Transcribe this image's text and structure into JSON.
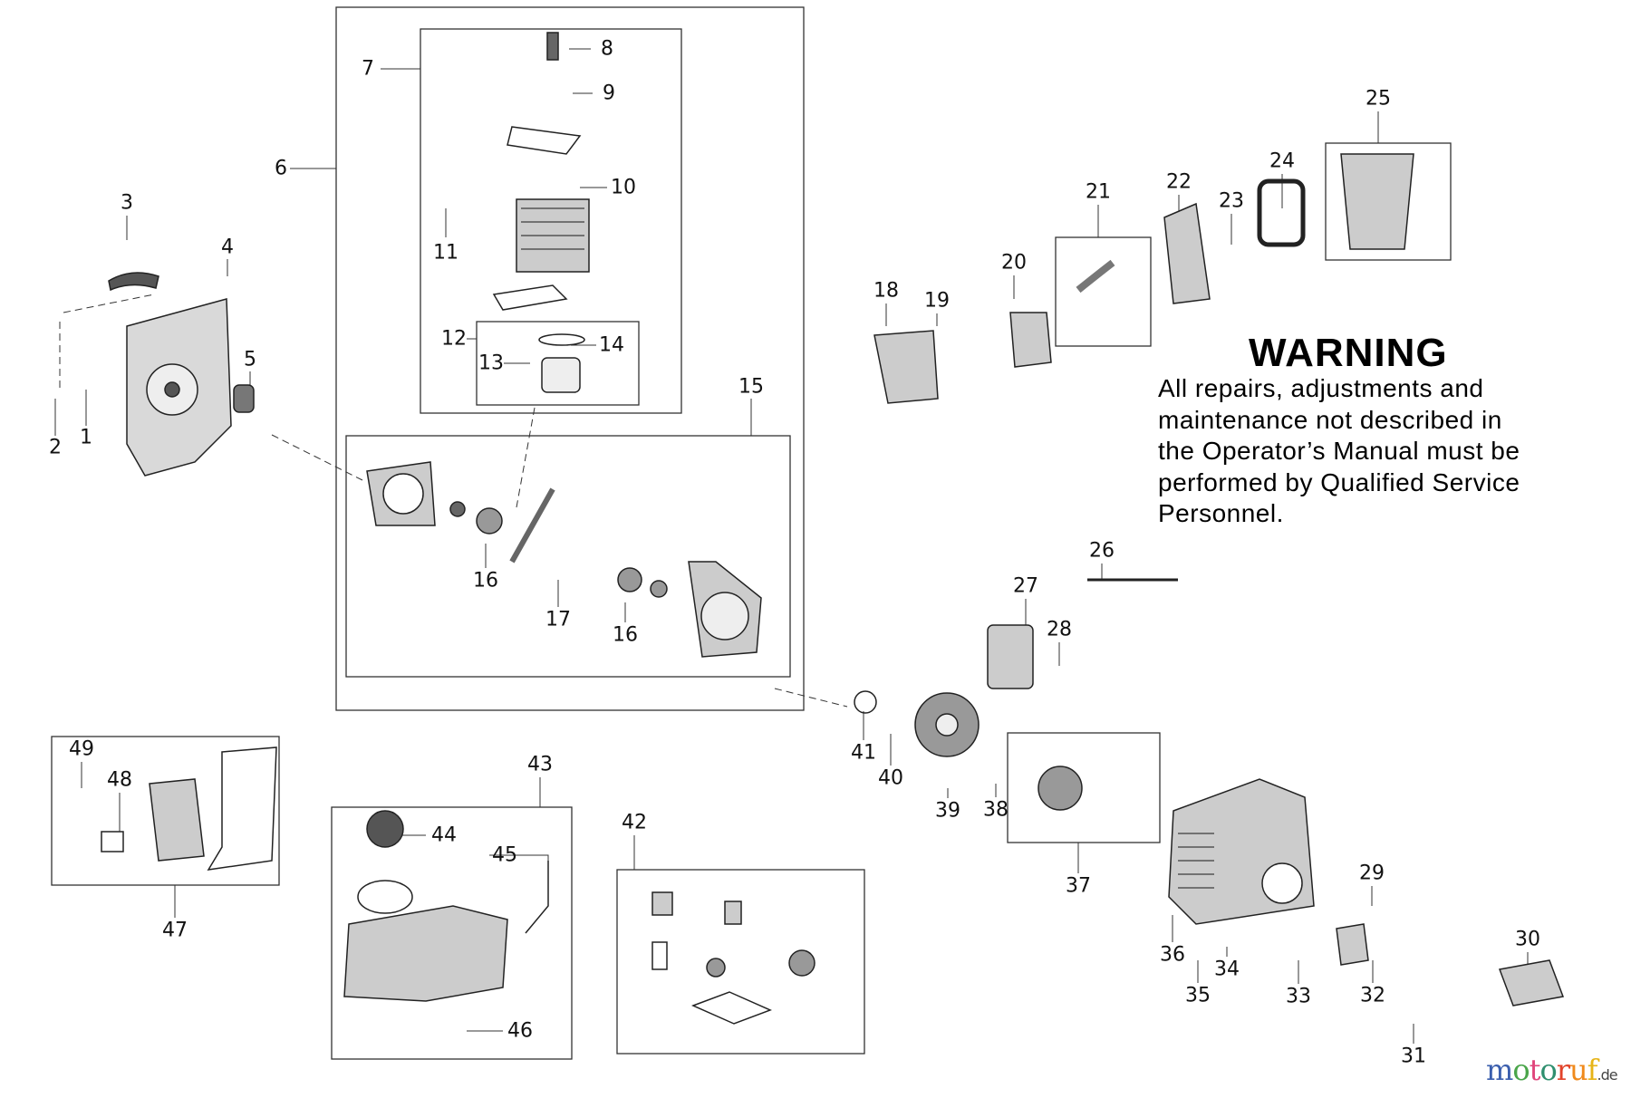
{
  "callouts": [
    "1",
    "2",
    "3",
    "4",
    "5",
    "6",
    "7",
    "8",
    "9",
    "10",
    "11",
    "12",
    "13",
    "14",
    "15",
    "16",
    "16",
    "17",
    "18",
    "19",
    "20",
    "21",
    "22",
    "23",
    "24",
    "25",
    "26",
    "27",
    "28",
    "29",
    "30",
    "31",
    "32",
    "33",
    "34",
    "35",
    "36",
    "37",
    "38",
    "39",
    "40",
    "41",
    "42",
    "43",
    "44",
    "45",
    "46",
    "47",
    "48",
    "49"
  ],
  "warning": {
    "title": "WARNING",
    "lines": [
      "All repairs, adjustments and",
      "maintenance not described in",
      "the Operator’s Manual must be",
      "performed by Qualified Service",
      "Personnel."
    ]
  },
  "logo": {
    "parts": [
      "m",
      "o",
      "t",
      "o",
      "r",
      "u",
      "f"
    ],
    "suffix": ".de",
    "text": "motoruf.de"
  },
  "colors": {
    "line": "#333333",
    "part_fill": "#d9d9d9",
    "part_dark": "#555555"
  }
}
